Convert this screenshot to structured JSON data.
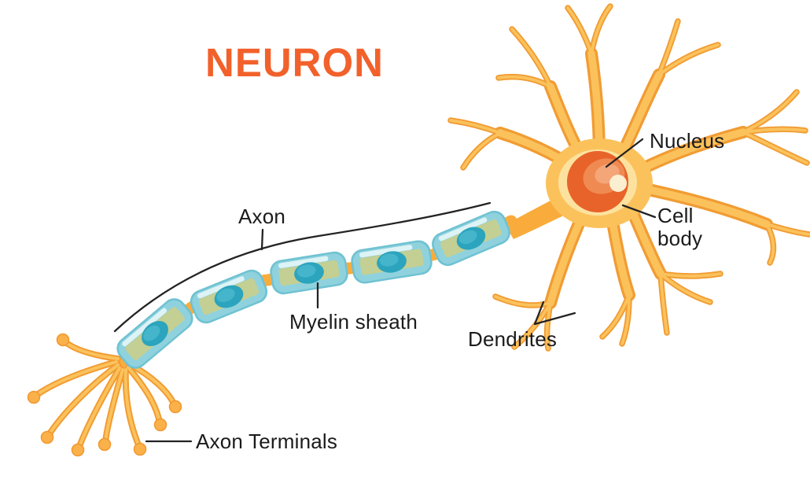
{
  "title": "NEURON",
  "labels": {
    "nucleus": "Nucleus",
    "cell_body": "Cell\nbody",
    "axon": "Axon",
    "myelin_sheath": "Myelin sheath",
    "dendrites": "Dendrites",
    "axon_terminals": "Axon Terminals"
  },
  "colors": {
    "background": "#FFFFFF",
    "title": "#F2612B",
    "label_text": "#1B1B1B",
    "leader_line": "#232323",
    "dendrite_dark": "#F19C33",
    "dendrite_light": "#FBC25C",
    "soma_fill": "#FBC25C",
    "soma_center": "#FDE29F",
    "nucleus_outer": "#E8632A",
    "nucleus_mid": "#EF8A52",
    "nucleus_light": "#F4A678",
    "nucleus_dot": "#FBEFD2",
    "myelin_edge": "#6FC2D2",
    "myelin_outer": "#8FD2DE",
    "myelin_gloss": "#E6F6F8",
    "myelin_band": "#C4CF93",
    "myelin_nucleus": "#2CA4BD",
    "myelin_nucleus_light": "#49B9CD",
    "axon_fill": "#F9AC3B",
    "bulb_fill": "#FBB149",
    "bulb_rim": "#F0982F"
  }
}
